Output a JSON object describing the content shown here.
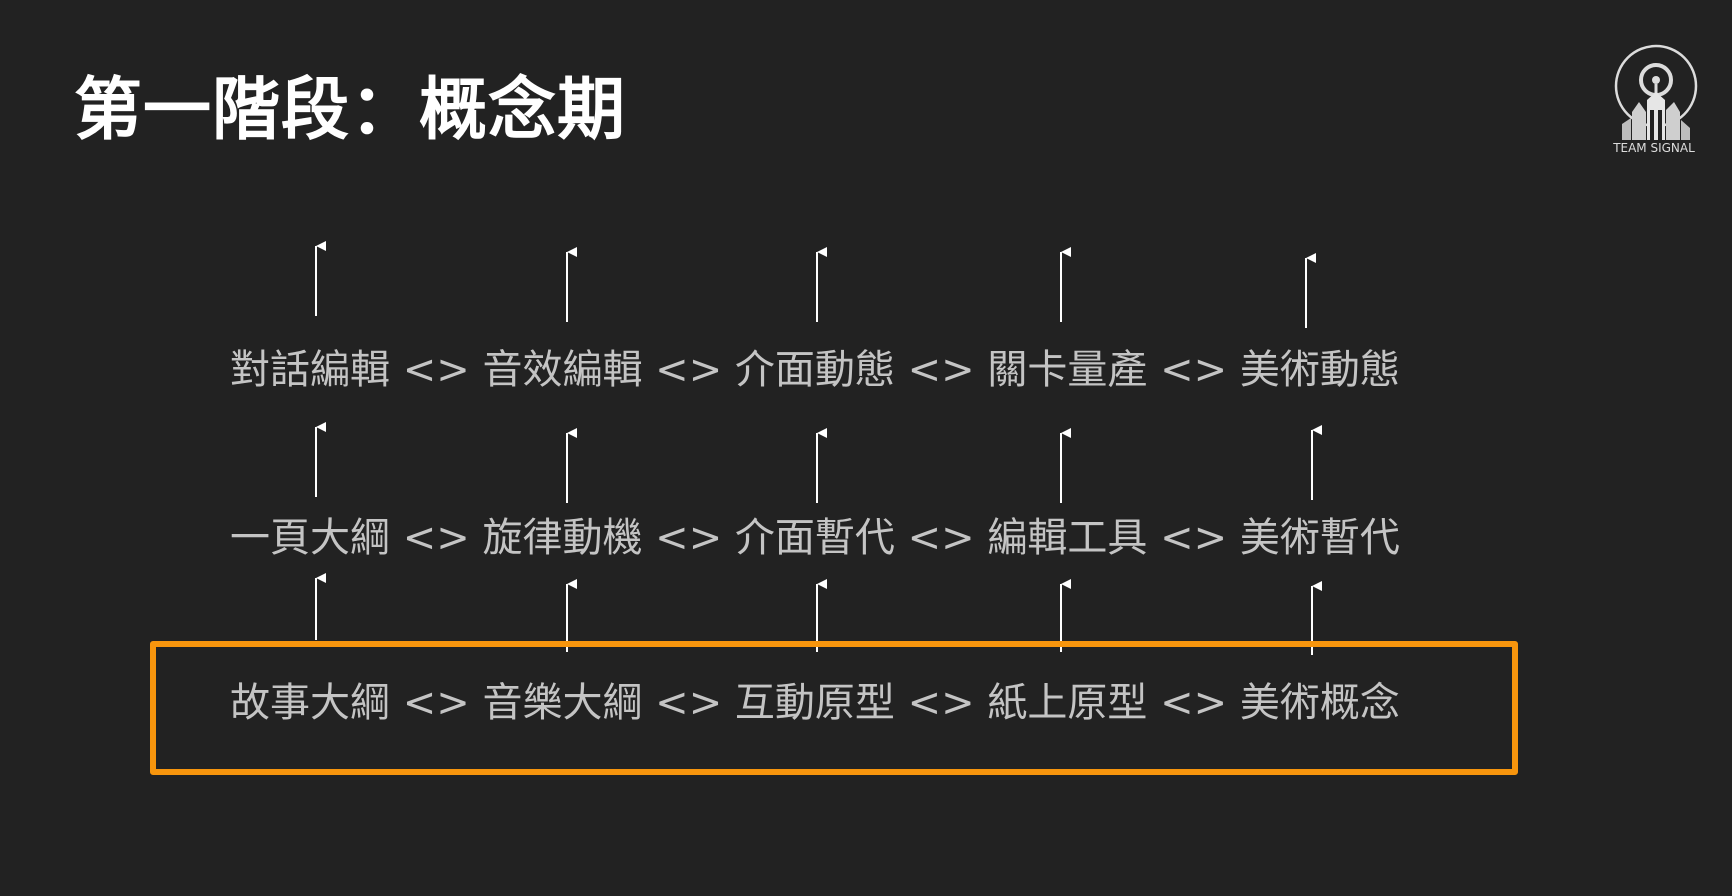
{
  "title": "第一階段：概念期",
  "logo": {
    "text": "TEAM SIGNAL"
  },
  "rows": [
    {
      "text": "對話編輯 <> 音效編輯 <> 介面動態 <> 關卡量產 <> 美術動態"
    },
    {
      "text": "一頁大綱 <> 旋律動機 <> 介面暫代 <> 編輯工具 <> 美術暫代"
    },
    {
      "text": "故事大綱 <> 音樂大綱 <> 互動原型 <> 紙上原型 <> 美術概念"
    }
  ],
  "colors": {
    "background": "#222222",
    "text": "#c4c4c4",
    "title": "#ffffff",
    "highlight": "#f7950d",
    "arrow": "#ffffff"
  }
}
